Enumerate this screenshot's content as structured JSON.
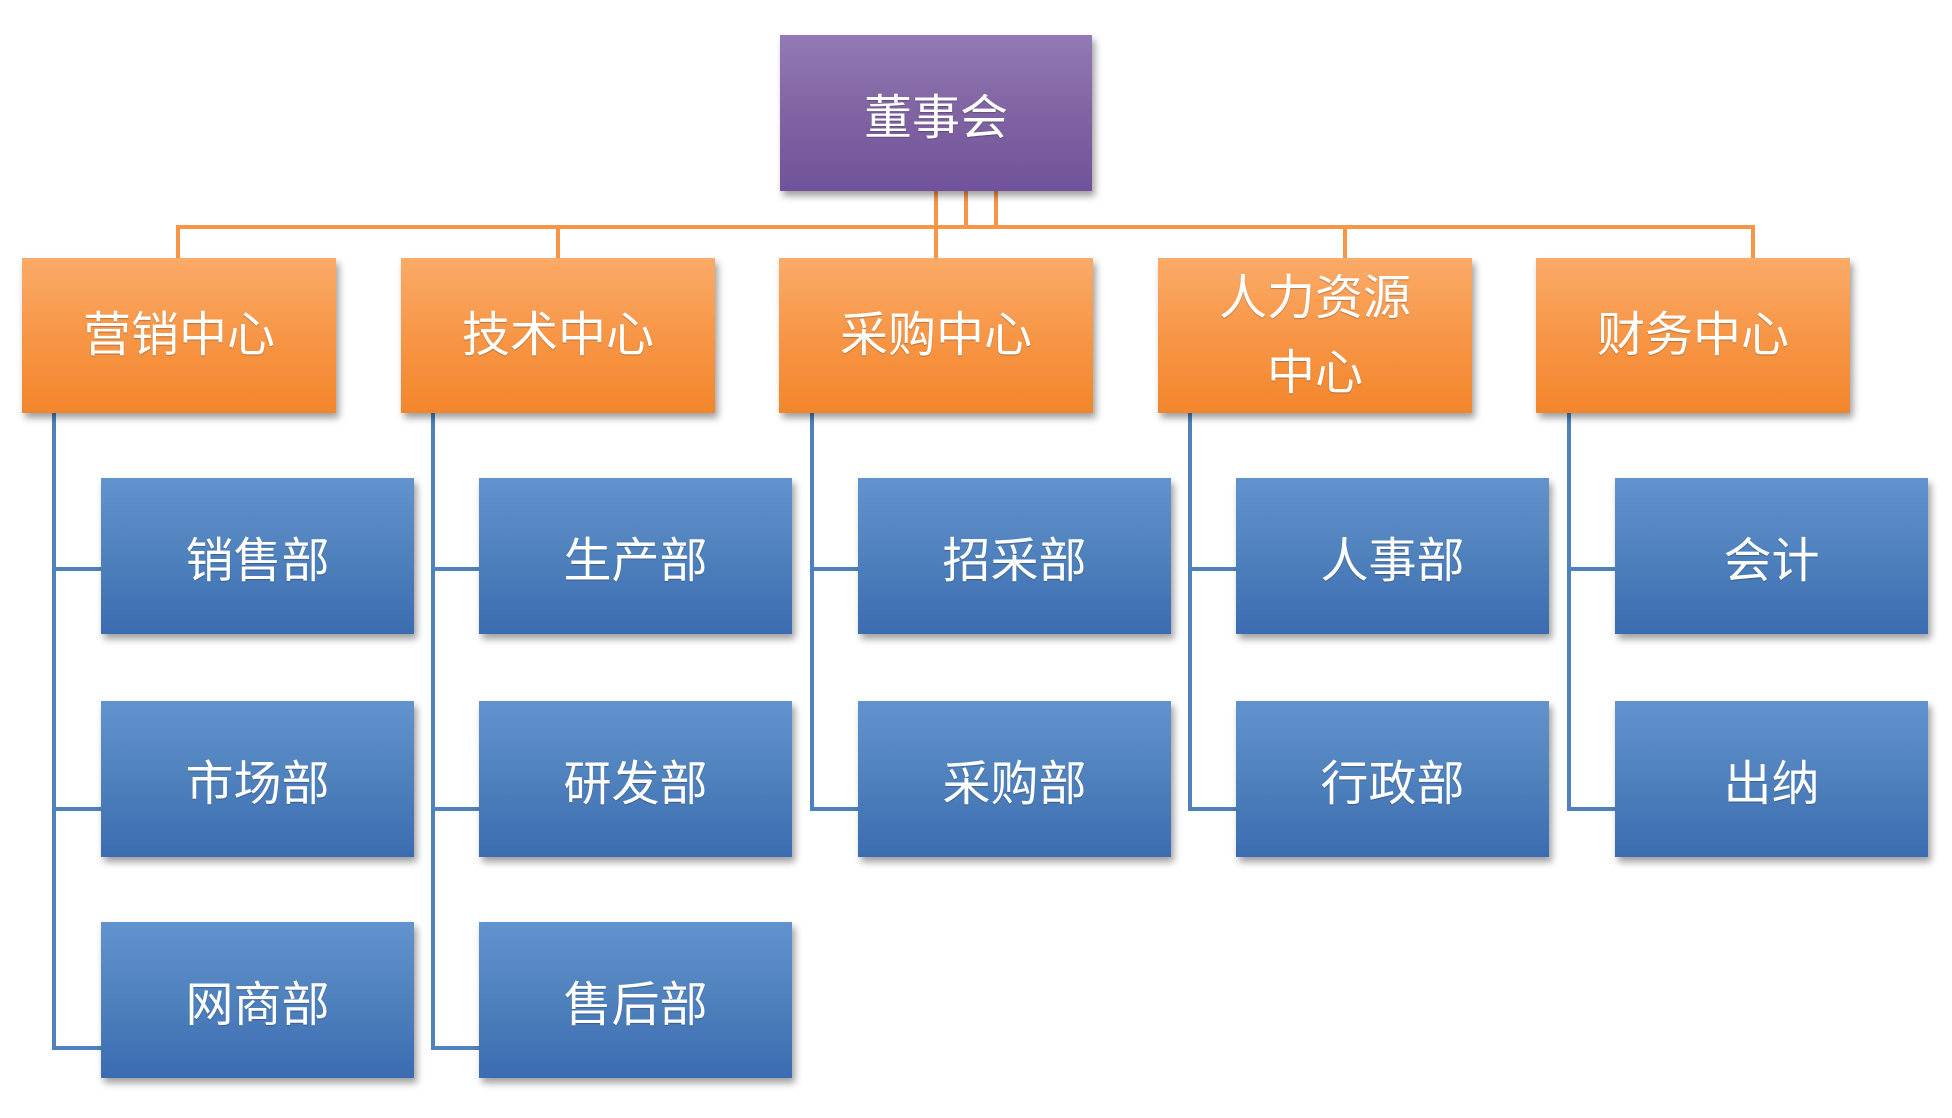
{
  "board": {
    "label": "董事会"
  },
  "centers": [
    {
      "label": "营销中心",
      "departments": [
        "销售部",
        "市场部",
        "网商部"
      ]
    },
    {
      "label": "技术中心",
      "departments": [
        "生产部",
        "研发部",
        "售后部"
      ]
    },
    {
      "label": "采购中心",
      "departments": [
        "招采部",
        "采购部"
      ]
    },
    {
      "label": "人力资源中心",
      "departments": [
        "人事部",
        "行政部"
      ]
    },
    {
      "label": "财务中心",
      "departments": [
        "会计",
        "出纳"
      ]
    }
  ],
  "colors": {
    "board": "#8064A2",
    "center": "#F79646",
    "department": "#4F81BD",
    "center_connector": "#F79646",
    "department_connector": "#4F81BD",
    "text": "#FFFFFF"
  }
}
